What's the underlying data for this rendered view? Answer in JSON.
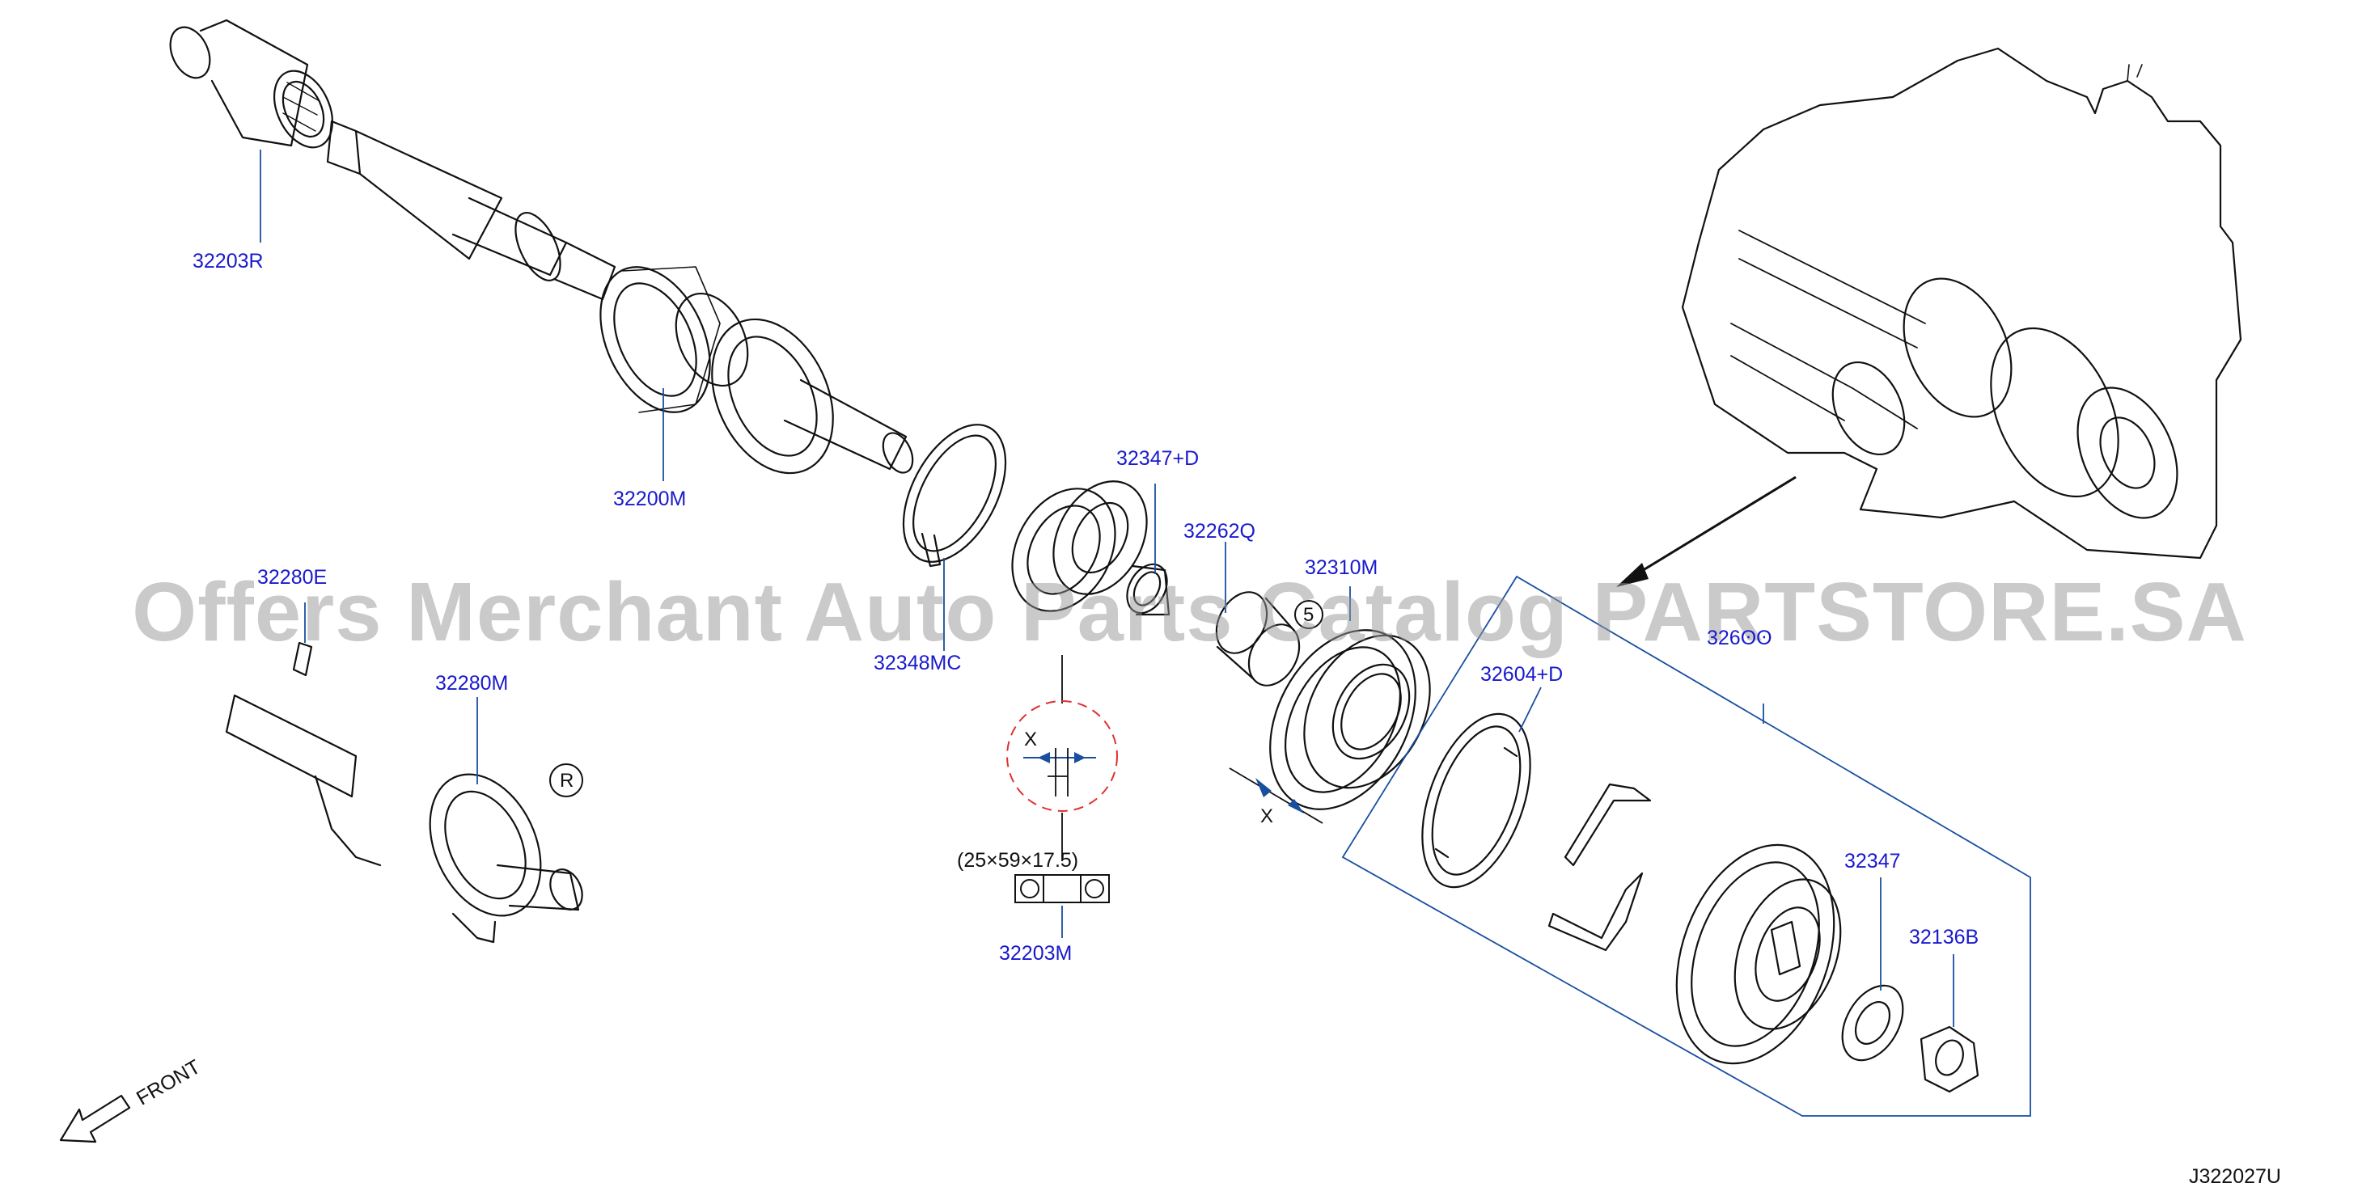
{
  "diagram": {
    "code": "J322027U",
    "front_label": "FRONT",
    "watermark": "Offers Merchant Auto Parts Catalog PARTSTORE.SA",
    "dimension_note": "(25×59×17.5)",
    "marks": {
      "x1": "X",
      "x2": "X",
      "five": "5",
      "r": "R"
    },
    "callouts": [
      {
        "id": "32203R",
        "label": "32203R"
      },
      {
        "id": "32200M",
        "label": "32200M"
      },
      {
        "id": "32347D",
        "label": "32347+D"
      },
      {
        "id": "32262Q",
        "label": "32262Q"
      },
      {
        "id": "32348MC",
        "label": "32348MC"
      },
      {
        "id": "32310M",
        "label": "32310M"
      },
      {
        "id": "32280E",
        "label": "32280E"
      },
      {
        "id": "32280M",
        "label": "32280M"
      },
      {
        "id": "32604D",
        "label": "32604+D"
      },
      {
        "id": "32203M",
        "label": "32203M"
      },
      {
        "id": "32347",
        "label": "32347"
      },
      {
        "id": "32136B",
        "label": "32136B"
      },
      {
        "id": "326xx",
        "label": "326ʘʘ"
      }
    ]
  },
  "colors": {
    "leader": "#1a4fa0",
    "label": "#1a1acd",
    "line": "#111111",
    "detail": "#e03030"
  }
}
